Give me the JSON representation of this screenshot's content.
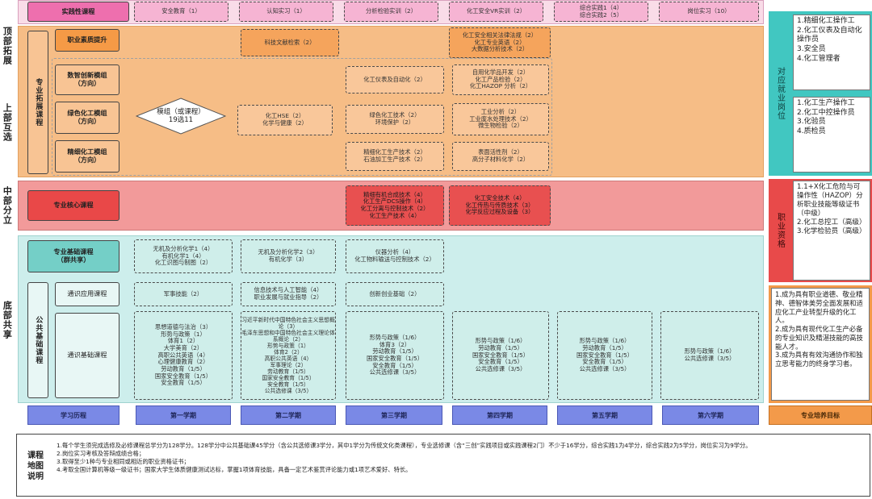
{
  "left_labels": {
    "top": "顶部拓展",
    "upper": "上部互选",
    "middle": "中部分立",
    "base": "底部共享"
  },
  "top_row": {
    "label": "实践性课程",
    "cells": [
      "安全教育（1）",
      "认知实习（1）",
      "分析检验实训（2）",
      "化工安全VR实训（2）",
      "综合实践1（4）\n综合实践2（5）",
      "岗位实习（10）"
    ]
  },
  "upper": {
    "side_label": "专业拓展课程",
    "vocational": {
      "label": "职业素质提升",
      "cells": [
        "科技文献检索（2）",
        "化工安全相关法律法规（2）\n化工专业英语（2）\n大数据分析技术（2）"
      ]
    },
    "modules": [
      {
        "label": "数智创新模组\n（方向）",
        "cells": [
          "化工仪表及自动化（2）",
          "自用化学品开发（2）\n化工产品检验（2）\n化工HAZOP 分析（2）"
        ]
      },
      {
        "label": "绿色化工模组\n（方向）",
        "cells": [
          "化工HSE（2）\n化学与健康（2）",
          "绿色化工技术（2）\n环境保护（2）",
          "工业分析（2）\n工业废水处理技术（2）\n微生物检验（2）"
        ]
      },
      {
        "label": "精细化工模组\n（方向）",
        "cells": [
          "精细化工生产技术（2）\n石油加工生产技术（2）",
          "表面活性剂（2）\n高分子材料化学（2）"
        ]
      }
    ],
    "choice": "模组（或课程）\n19选11"
  },
  "middle": {
    "label": "专业核心课程",
    "cells": [
      "精细有机合成技术（4）\n化工生产DCS操作（4）\n化工分离与控制技术（2）\n化工生产技术（4）",
      "化工安全技术（4）\n化工传热与传质技术（3）\n化学反应过程及设备（3）"
    ]
  },
  "base": {
    "foundation_label": "专业基础课程\n（群共享）",
    "foundation_cells": [
      "无机及分析化学1（4）\n有机化学1（4）\n化工识图与制图（2）",
      "无机及分析化学2（3）\n有机化学（3）",
      "仪器分析（4）\n化工物料输送与控制技术（2）"
    ],
    "public_label": "公共基础课程",
    "general_label": "通识应用课程",
    "general_cells": [
      "军事技能（2）",
      "信息技术与人工智能（4）\n职业发展与就业指导（2）",
      "创新创业基础（2）"
    ],
    "basic_label": "通识基础课程",
    "basic_cells": [
      "思想道德与法治（3）\n形势与政策（1）\n体育1（2）\n大学美育（2）\n高职公共英语（4）\n心理健康教育（2）\n劳动教育（1/5）\n国家安全教育（1/5）\n安全教育（1/5）",
      "习近平新时代中国特色社会主义思想概论（3）\n毛泽东思想和中国特色社会主义理论体系概论（2）\n形势与政策（1）\n体育2（2）\n高职公共英语（4）\n军事理论（2）\n劳动教育（1/5）\n国家安全教育（1/5）\n安全教育（1/5）\n公共选修课（3/5）",
      "形势与政策（1/6）\n体育3（2）\n劳动教育（1/5）\n国家安全教育（1/5）\n安全教育（1/5）\n公共选修课（3/5）",
      "形势与政策（1/6）\n劳动教育（1/5）\n国家安全教育（1/5）\n安全教育（1/5）\n公共选修课（3/5）",
      "形势与政策（1/6）\n劳动教育（1/5）\n国家安全教育（1/5）\n安全教育（1/5）\n公共选修课（3/5）",
      "形势与政策（1/6）\n公共选修课（3/5）"
    ]
  },
  "semesters": [
    "学习历程",
    "第一学期",
    "第二学期",
    "第三学期",
    "第四学期",
    "第五学期",
    "第六学期"
  ],
  "right": {
    "jobs_label": "对应就业岗位",
    "jobs_box1": "1.精细化工操作工\n2.化工仪表及自动化操作员\n3.安全员\n4.化工管理者",
    "jobs_box2": "1.化工生产操作工\n2.化工中控操作员\n3.化验员\n4.质检员",
    "qual_label": "职业资格",
    "qual_box": "1.1+X化工危险与可操作性（HAZOP）分析职业技能等级证书（中级）\n2.化工总控工（高级）\n3.化学检验员（高级）",
    "goals_box": "1.成为具有职业道德、敬业精神、德智体美劳全面发展和适应化工产业转型升级的化工人。\n2.成为具有现代化工生产必备的专业知识及精湛技能的高技能人才。\n3.成为具有有效沟通协作和独立思考能力的终身学习者。",
    "goals_label": "专业培养目标"
  },
  "notes": {
    "title": "课程\n地图\n说明",
    "lines": [
      "1.每个学生须完成选修及必修课程总学分为128学分。128学分中公共基础课45学分（含公共选修课3学分，其中1学分为传统文化类课程），专业选修课（含“三创”实践项目或实践课程2门）不少于16学分，综合实践1为4学分，综合实践2为5学分，岗位实习为9学分。",
      "2.岗位实习考核及答辩成绩合格；",
      "3.取得至少1种与专业相同或相近的职业资格证书；",
      "4.考取全国计算机等级一级证书；国家大学生体质健康测试达标，掌握1项体育技能，具备一定艺术鉴赏评论能力或1项艺术爱好、特长。"
    ]
  }
}
